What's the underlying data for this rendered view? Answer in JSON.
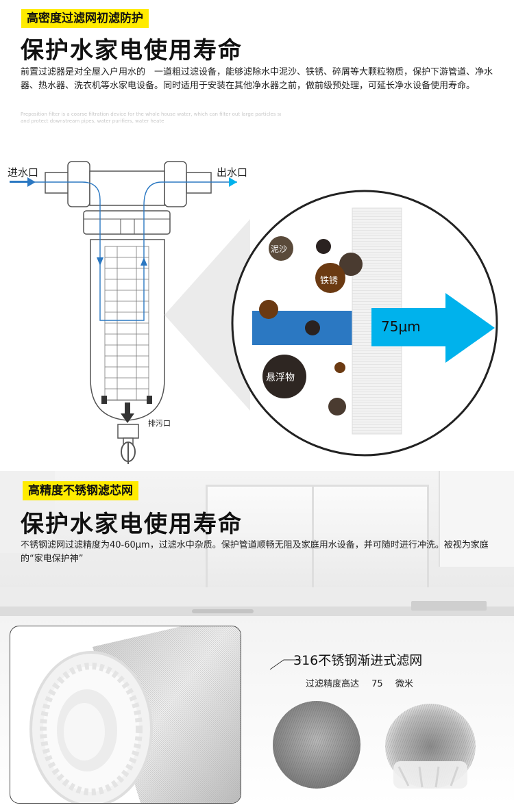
{
  "section1": {
    "tag": "高密度过滤网初滤防护",
    "headline": "保护水家电使用寿命",
    "paragraph": "前置过滤器是对全屋入户用水的　一道粗过滤设备，能够滤除水中泥沙、铁锈、碎屑等大颗粒物质，保护下游管道、净水器、热水器、洗衣机等水家电设备。同时适用于安装在其他净水器之前，做前级预处理，可延长净水设备使用寿命。",
    "faint_line_1": "Preposition filter is a coarse filtration device for the whole house water, which can filter out large particles such as sediment, rust and debris in water",
    "faint_line_2": "and protect downstream pipes, water purifiers, water heaters and washing machines and other water appliances equipment"
  },
  "diagram": {
    "inlet_label": "进水口",
    "outlet_label": "出水口",
    "drain_label": "排污口",
    "particles": [
      {
        "label": "泥沙",
        "color": "#5a4a3a"
      },
      {
        "label": "铁锈",
        "color": "#6b3a12"
      },
      {
        "label": "悬浮物",
        "color": "#2e2622"
      }
    ],
    "mesh_size": "75μm",
    "colors": {
      "flow_blue": "#2b78c2",
      "arrow_cyan": "#00b2ec",
      "pipe_outline": "#555555"
    }
  },
  "section2": {
    "tag": "高精度不锈钢滤芯网",
    "headline": "保护水家电使用寿命",
    "paragraph": "不锈钢滤网过滤精度为40-60μm，过滤水中杂质。保护管道顺畅无阻及家庭用水设备，并可随时进行冲洗。被视为家庭的“家电保护神”",
    "mesh_title": "316不锈钢渐进式滤网",
    "precision_label": "过滤精度高达",
    "precision_value": "75",
    "precision_unit": "微米"
  },
  "colors": {
    "tag_yellow": "#ffeb00"
  }
}
